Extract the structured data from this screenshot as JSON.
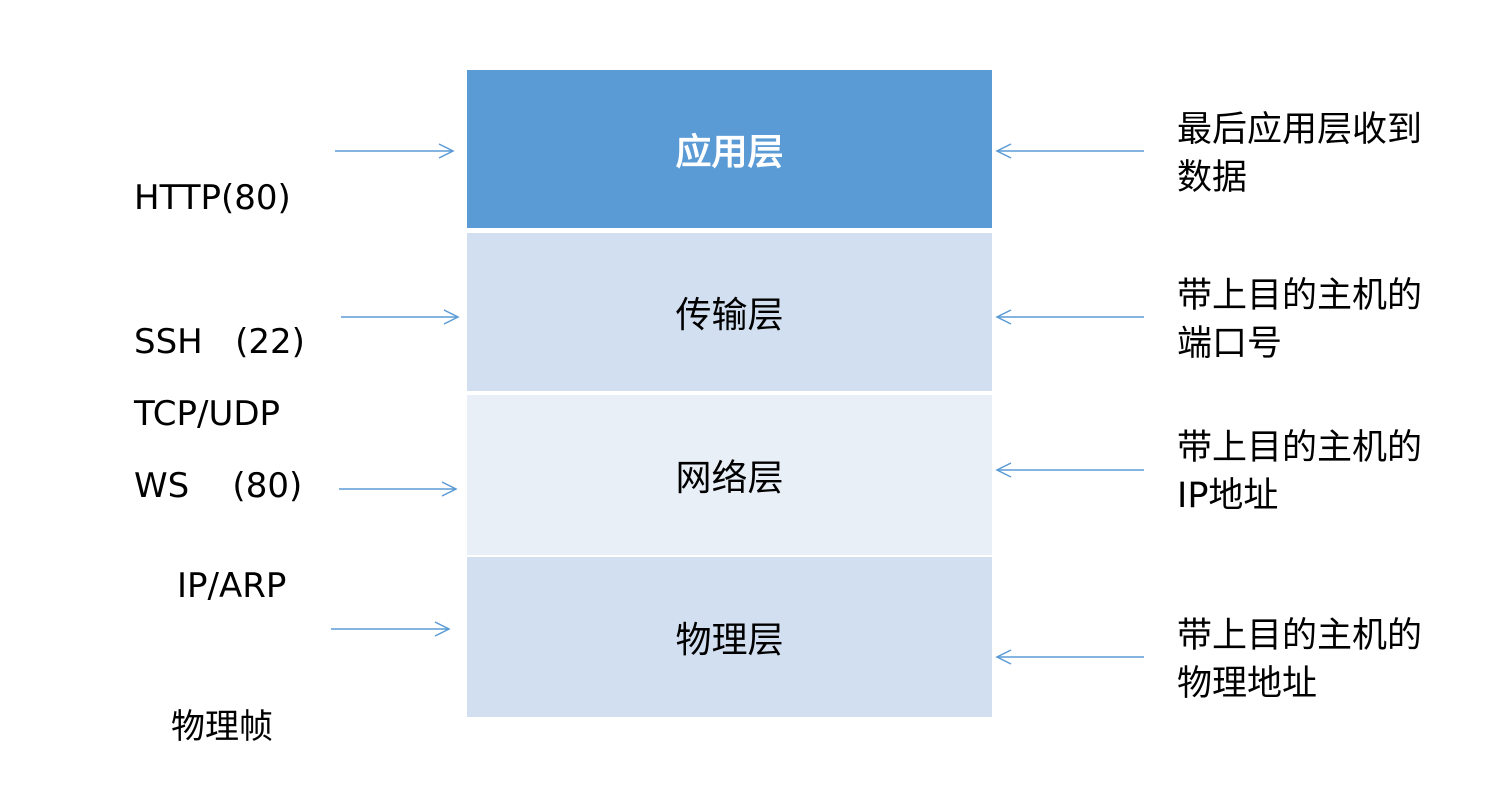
{
  "layers": [
    {
      "label": "应用层",
      "fill": "#5b9bd5",
      "text_color": "#ffffff"
    },
    {
      "label": "传输层",
      "fill": "#d2dff0",
      "text_color": "#000000"
    },
    {
      "label": "网络层",
      "fill": "#e9eff7",
      "text_color": "#000000"
    },
    {
      "label": "物理层",
      "fill": "#d2dff0",
      "text_color": "#000000"
    }
  ],
  "left_labels": [
    {
      "lines": [
        "HTTP(80)",
        "SSH   (22)",
        "WS    (80)"
      ]
    },
    {
      "lines": [
        "TCP/UDP"
      ]
    },
    {
      "lines": [
        "IP/ARP"
      ]
    },
    {
      "lines": [
        "物理帧"
      ]
    }
  ],
  "right_labels": [
    {
      "lines": [
        "最后应用层收到",
        "数据"
      ]
    },
    {
      "lines": [
        "带上目的主机的",
        "端口号"
      ]
    },
    {
      "lines": [
        "带上目的主机的",
        "IP地址"
      ]
    },
    {
      "lines": [
        "带上目的主机的",
        "物理地址"
      ]
    }
  ],
  "colors": {
    "arrow": "#5b9bd5",
    "divider": "#ffffff"
  }
}
